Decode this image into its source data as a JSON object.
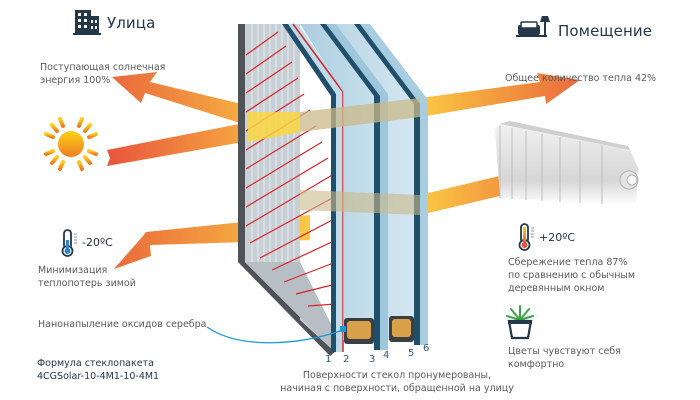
{
  "outside": {
    "heading": "Улица",
    "icon": "building-icon",
    "solar_label_1": "Поступающая солнечная",
    "solar_label_2": "энергия 100%",
    "temp": "-20ºC",
    "temp_icon": "thermometer-cold-icon",
    "loss_label_1": "Минимизация",
    "loss_label_2": "теплопотерь зимой",
    "coating_label": "Нанонапыление оксидов серебра",
    "formula_label_1": "Формула стеклопакета",
    "formula_label_2": "4CGSolar-10-4M1-10-4M1"
  },
  "inside": {
    "heading": "Помещение",
    "icon": "sofa-lamp-icon",
    "heat_total_label": "Общее количество тепла 42%",
    "temp": "+20ºC",
    "temp_icon": "thermometer-warm-icon",
    "saving_label_1": "Сбережение тепла 87%",
    "saving_label_2": "по сравнению с обычным",
    "saving_label_3": "деревянным окном",
    "plant_label_1": "Цветы чувствуют себя",
    "plant_label_2": "комфортно",
    "plant_icon": "potted-plant-icon"
  },
  "window": {
    "surface_numbers": [
      "1",
      "2",
      "3",
      "4",
      "5",
      "6"
    ],
    "caption_1": "Поверхности стекол пронумерованы,",
    "caption_2": "начиная с поверхности, обращенной на улицу"
  },
  "colors": {
    "heading": "#24384a",
    "arrow_orange": "#f08a3c",
    "arrow_yellow": "#fbc844",
    "glass": "#a9cde0",
    "glass_edge": "#1f4f6a",
    "coating_red": "#d8242b"
  }
}
